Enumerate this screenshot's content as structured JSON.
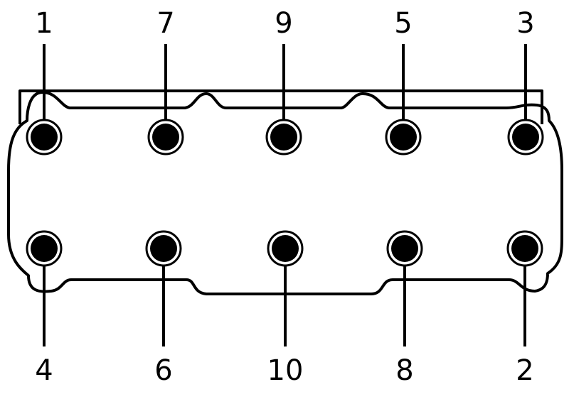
{
  "top_row_labels": [
    "1",
    "7",
    "9",
    "5",
    "3"
  ],
  "bottom_row_labels": [
    "4",
    "6",
    "10",
    "8",
    "2"
  ],
  "colors": {
    "line": "#000000",
    "bolt": "#000000",
    "background": "#ffffff"
  }
}
